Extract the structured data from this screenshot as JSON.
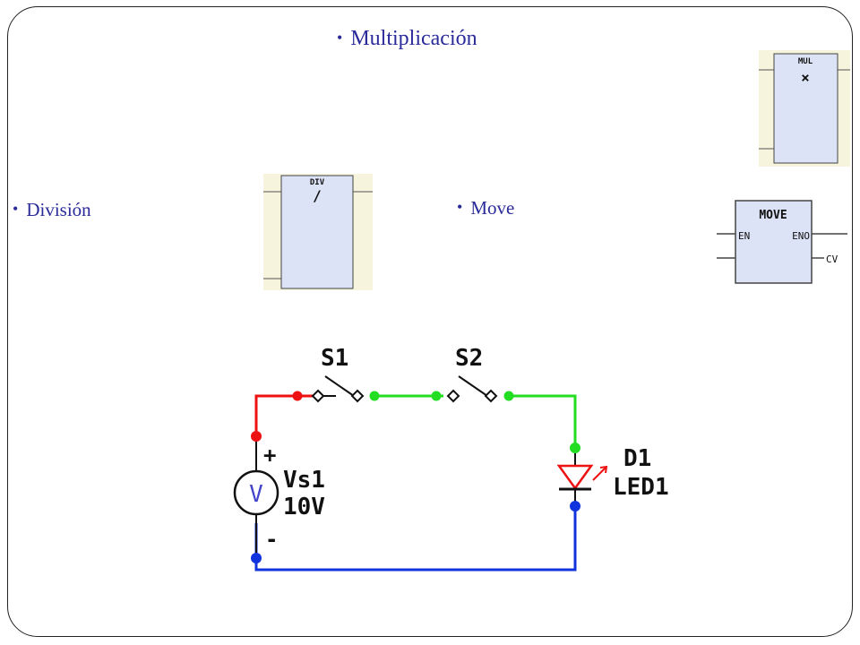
{
  "bullets": {
    "multiplication": "Multiplicación",
    "division": "División",
    "move": "Move"
  },
  "mul_block": {
    "name": "MUL",
    "symbol": "×"
  },
  "div_block": {
    "name": "DIV",
    "symbol": "/"
  },
  "move_block": {
    "name": "MOVE",
    "en": "EN",
    "eno": "ENO",
    "out": "CV"
  },
  "circuit": {
    "switch1": "S1",
    "switch2": "S2",
    "source_name": "Vs1",
    "source_value": "10V",
    "source_symbol": "V",
    "plus": "+",
    "minus": "-",
    "diode_name": "D1",
    "diode_type": "LED1"
  },
  "colors": {
    "text": "#2a2a9a",
    "block_fill": "#dde3f6",
    "red": "#ee1111",
    "green": "#22dd22",
    "blue": "#1133dd"
  }
}
